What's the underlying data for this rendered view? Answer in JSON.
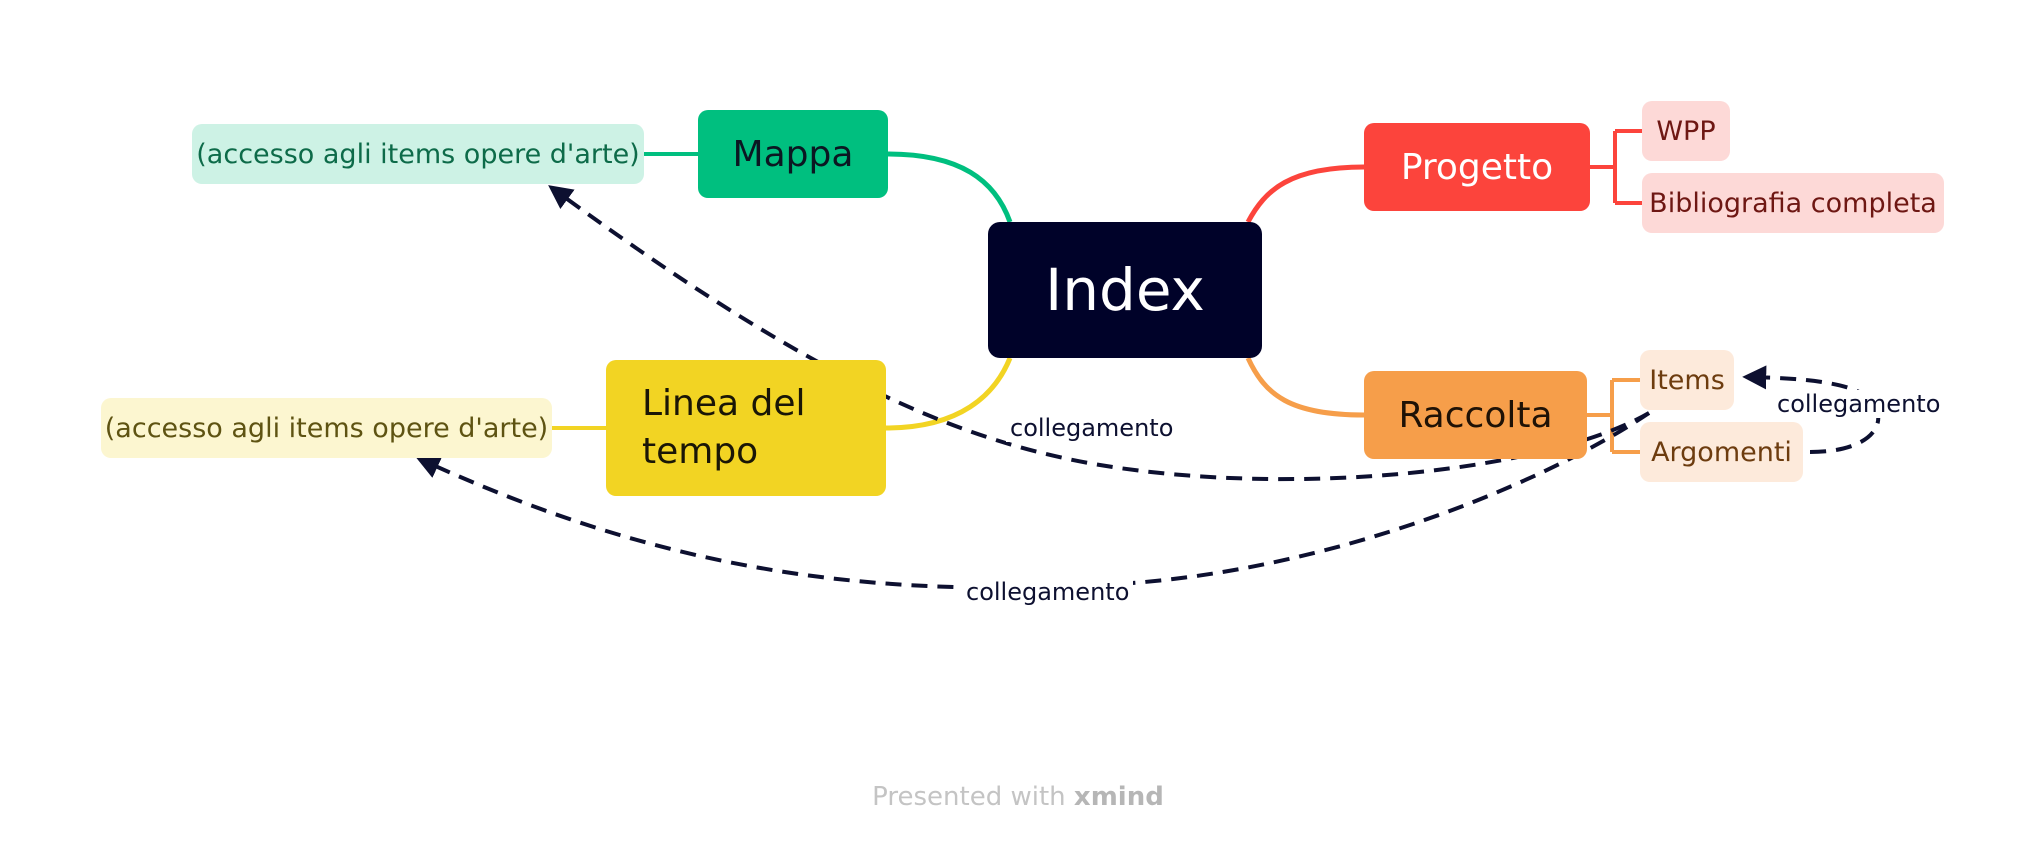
{
  "central": "Index",
  "branches": {
    "mappa": {
      "label": "Mappa",
      "child": "(accesso agli items opere d'arte)"
    },
    "linea": {
      "label_line1": "Linea del",
      "label_line2": "tempo",
      "child": "(accesso agli items opere d'arte)"
    },
    "progetto": {
      "label": "Progetto",
      "children": [
        "WPP",
        "Bibliografia completa"
      ]
    },
    "raccolta": {
      "label": "Raccolta",
      "children": [
        "Items",
        "Argomenti"
      ]
    }
  },
  "connections": [
    {
      "label": "collegamento"
    },
    {
      "label": "collegamento"
    },
    {
      "label": "collegamento"
    }
  ],
  "footer": {
    "prefix": "Presented with",
    "brand": "xmind"
  },
  "colors": {
    "central": "#000229",
    "mappa": "#00bf7f",
    "linea": "#f2d423",
    "progetto": "#fc443c",
    "raccolta": "#f69e4a",
    "connector": "#0d1030"
  }
}
